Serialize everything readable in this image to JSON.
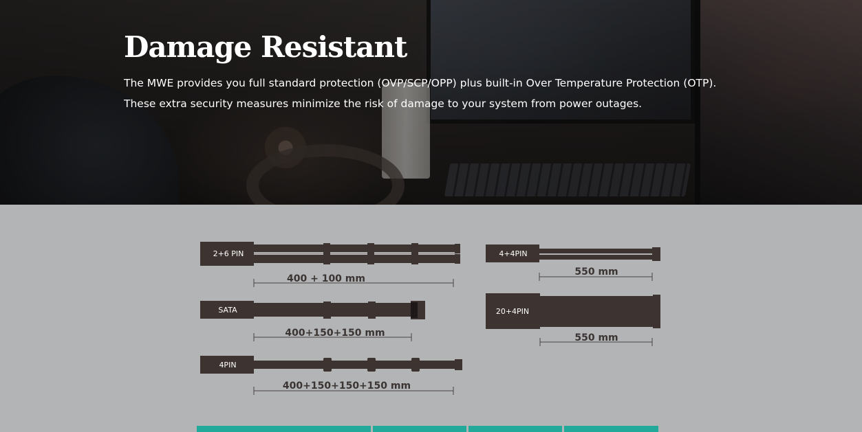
{
  "hero": {
    "title": "Damage Resistant",
    "line1": "The MWE provides you full standard protection (OVP/SCP/OPP) plus built-in Over Temperature Protection (OTP).",
    "line2": "These extra security measures minimize the risk of damage to your system from power outages."
  },
  "cables": [
    {
      "label": "2+6 PIN",
      "length": "400 + 100 mm"
    },
    {
      "label": "SATA",
      "length": "400+150+150 mm"
    },
    {
      "label": "4PIN",
      "length": "400+150+150+150 mm"
    },
    {
      "label": "4+4PIN",
      "length": "550 mm"
    },
    {
      "label": "20+4PIN",
      "length": "550 mm"
    }
  ],
  "colors": {
    "cable": "#3d3331",
    "background": "#b3b4b6",
    "accent": "#22a99a"
  }
}
